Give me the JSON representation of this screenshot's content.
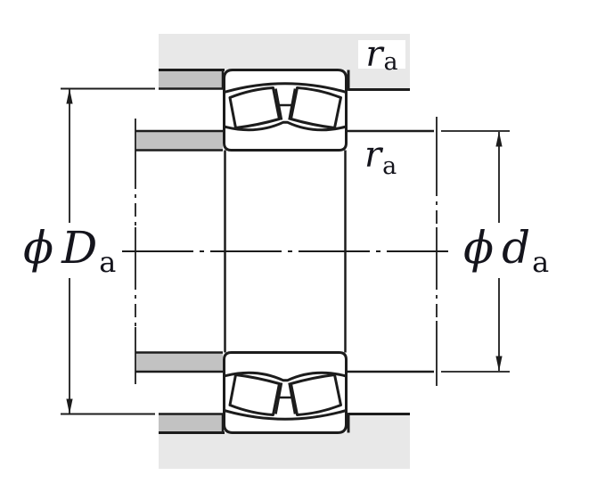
{
  "figure": {
    "type": "bearing-mounting-dimensions-diagram",
    "labels": {
      "housing_shoulder_diameter": {
        "phi": "ϕ",
        "symbol": "D",
        "subscript": "a"
      },
      "shaft_shoulder_diameter": {
        "phi": "ϕ",
        "symbol": "d",
        "subscript": "a"
      },
      "fillet_radius_housing": {
        "symbol": "r",
        "subscript": "a"
      },
      "fillet_radius_shaft": {
        "symbol": "r",
        "subscript": "a"
      }
    },
    "colors": {
      "line": "#1c1c1c",
      "housing_fill": "#e8e8e8",
      "spacer_fill": "#c2c2c2",
      "label_box_fill": "#ffffff",
      "background": "#ffffff"
    }
  }
}
